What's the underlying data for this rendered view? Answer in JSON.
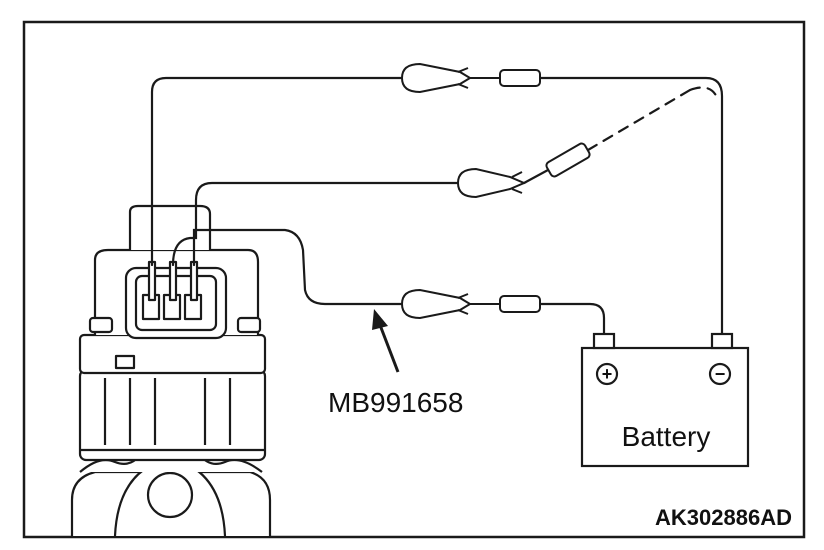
{
  "diagram": {
    "tool_label": "MB991658",
    "battery_label": "Battery",
    "positive_symbol": "+",
    "negative_symbol": "−",
    "figure_code": "AK302886AD"
  },
  "colors": {
    "stroke": "#1a1a1a",
    "background": "#ffffff"
  }
}
